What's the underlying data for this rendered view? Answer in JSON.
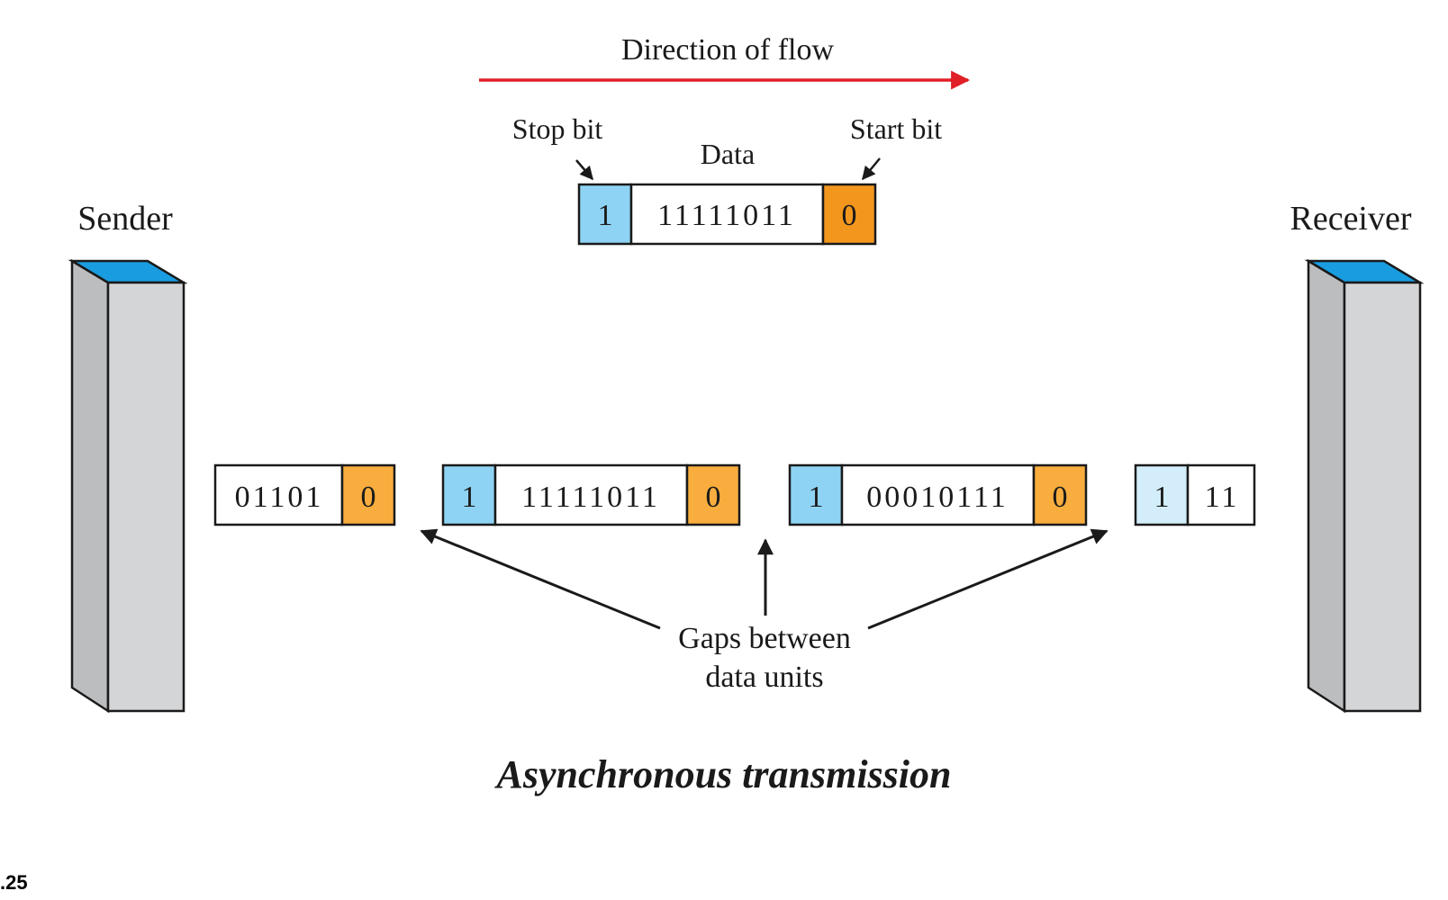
{
  "flow": {
    "label": "Direction of flow"
  },
  "sender": {
    "label": "Sender"
  },
  "receiver": {
    "label": "Receiver"
  },
  "detail_frame": {
    "stop_label": "Stop bit",
    "start_label": "Start bit",
    "data_label": "Data",
    "stop_bit": "1",
    "data": "11111011",
    "start_bit": "0"
  },
  "stream": [
    {
      "data": "01101",
      "start_bit": "0"
    },
    {
      "stop_bit": "1",
      "data": "11111011",
      "start_bit": "0"
    },
    {
      "stop_bit": "1",
      "data": "00010111",
      "start_bit": "0"
    },
    {
      "stop_bit": "1",
      "data": "11"
    }
  ],
  "gaps": {
    "line1": "Gaps between",
    "line2": "data units"
  },
  "caption": "Asynchronous transmission",
  "figure_number": ".25",
  "colors": {
    "stop_bit": "#8fd3f4",
    "stop_bit_light": "#d3eefa",
    "start_bit": "#f2961e",
    "start_bit_light": "#f8ad3e",
    "arrow_flow": "#e01f26",
    "device_top": "#1a9de0",
    "device_body": "#d4d5d6"
  }
}
